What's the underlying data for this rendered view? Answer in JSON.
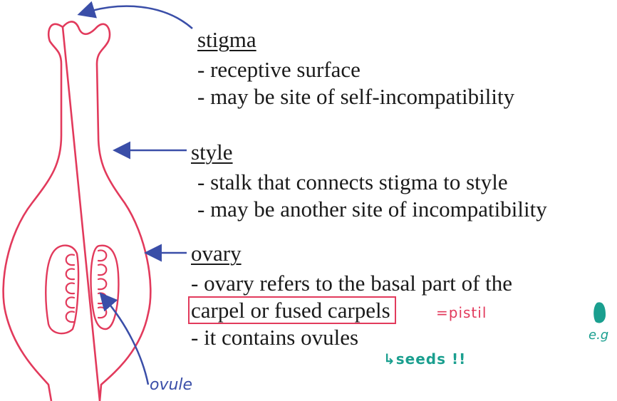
{
  "colors": {
    "pistil_outline": "#e23a5c",
    "arrow": "#3a4ea8",
    "text": "#1a1a1a",
    "note_teal": "#1a9f8f"
  },
  "stigma": {
    "heading": "stigma",
    "lines": [
      "- receptive surface",
      "- may be site of self-incompatibility"
    ]
  },
  "style": {
    "heading": "style",
    "lines": [
      "- stalk that connects stigma to style",
      "- may be another site of incompatibility"
    ]
  },
  "ovary": {
    "heading": "ovary",
    "line1": "- ovary refers to the basal part of the",
    "boxed_text": "carpel or fused carpels",
    "line3": "- it contains ovules"
  },
  "annotations": {
    "pistil_note": "=pistil",
    "seeds_note": "↳seeds !!",
    "ovule_label": "ovule",
    "eg_note": "e.g"
  }
}
